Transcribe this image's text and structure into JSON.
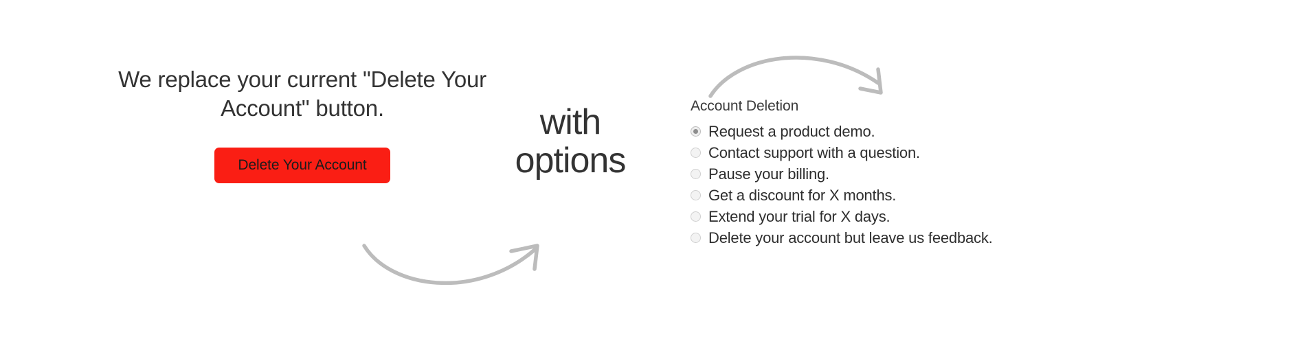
{
  "left": {
    "headline": "We replace your current \"Delete Your Account\" button.",
    "button_label": "Delete Your Account",
    "button_color": "#FA1E14",
    "button_text_color": "#1b1b1b"
  },
  "center": {
    "line1": "with",
    "line2": "options"
  },
  "right": {
    "title": "Account Deletion",
    "options": [
      {
        "label": "Request a product demo.",
        "selected": true
      },
      {
        "label": "Contact support with a question.",
        "selected": false
      },
      {
        "label": "Pause your billing.",
        "selected": false
      },
      {
        "label": "Get a discount for X months.",
        "selected": false
      },
      {
        "label": "Extend your trial for X days.",
        "selected": false
      },
      {
        "label": "Delete your account but leave us feedback.",
        "selected": false
      }
    ]
  },
  "arrows": {
    "color": "#bcbcbc",
    "top": {
      "name": "curved-arrow-top-right",
      "direction": "left-to-right-over-the-top"
    },
    "bottom": {
      "name": "curved-arrow-bottom-right",
      "direction": "left-to-right-under-the-bottom"
    }
  }
}
